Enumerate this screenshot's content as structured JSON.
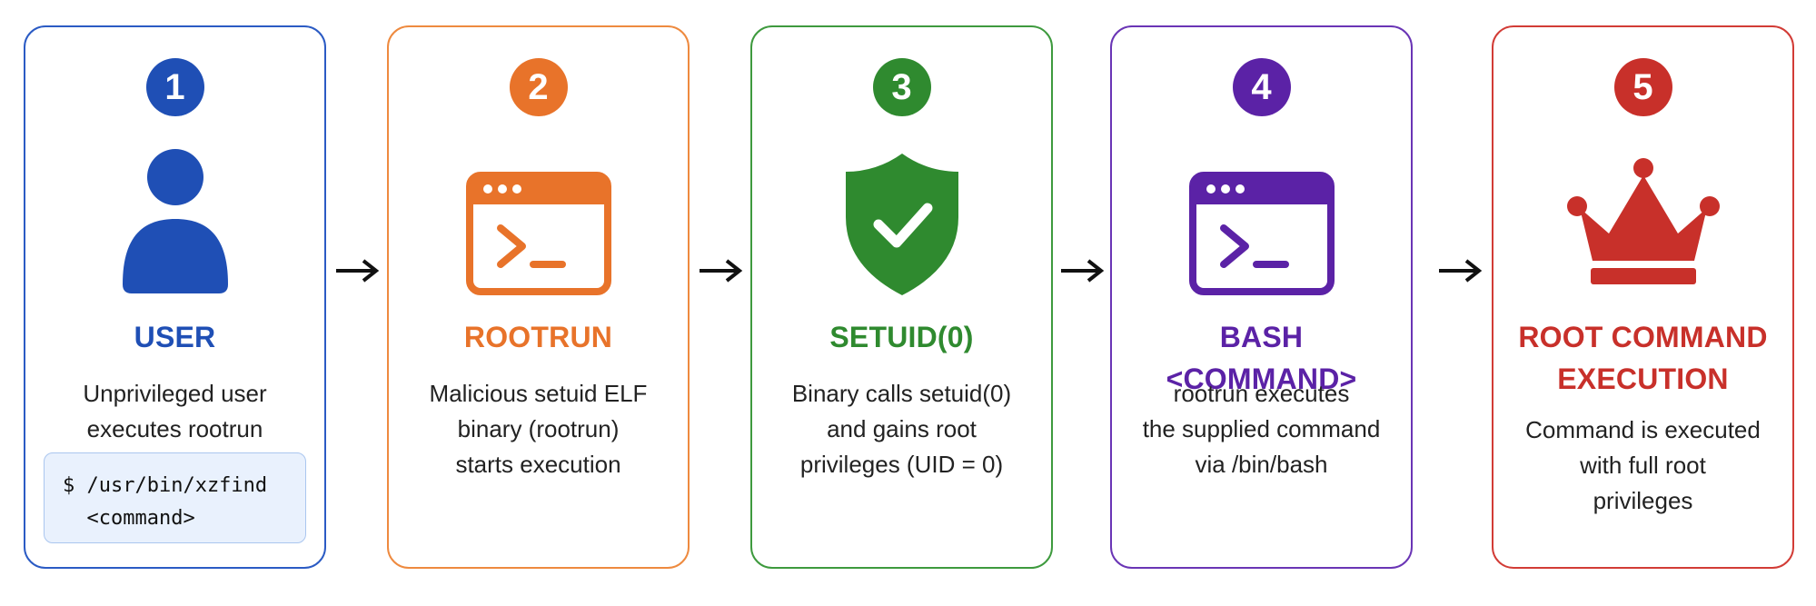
{
  "steps": [
    {
      "number": "1",
      "title_lines": [
        "USER"
      ],
      "description_lines": [
        "Unprivileged user",
        "executes rootrun"
      ],
      "code_lines": [
        "$ /usr/bin/xzfind",
        "  <command>"
      ],
      "color": "#1f4fb5",
      "icon": "user-icon"
    },
    {
      "number": "2",
      "title_lines": [
        "ROOTRUN"
      ],
      "description_lines": [
        "Malicious setuid ELF",
        "binary (rootrun)",
        "starts execution"
      ],
      "color": "#e8732a",
      "icon": "terminal-window-icon"
    },
    {
      "number": "3",
      "title_lines": [
        "SETUID(0)"
      ],
      "description_lines": [
        "Binary calls setuid(0)",
        "and gains root",
        "privileges (UID = 0)"
      ],
      "color": "#2f8a2f",
      "icon": "shield-check-icon"
    },
    {
      "number": "4",
      "title_lines": [
        "BASH <COMMAND>"
      ],
      "description_lines": [
        "rootrun executes",
        "the supplied command",
        "via /bin/bash"
      ],
      "color": "#5b22a6",
      "icon": "terminal-window-icon"
    },
    {
      "number": "5",
      "title_lines": [
        "ROOT COMMAND",
        "EXECUTION"
      ],
      "description_lines": [
        "Command is executed",
        "with full root",
        "privileges"
      ],
      "color": "#c8302a",
      "icon": "crown-icon"
    }
  ],
  "arrow_color": "#111111",
  "arrow_icon": "right-arrow-icon"
}
